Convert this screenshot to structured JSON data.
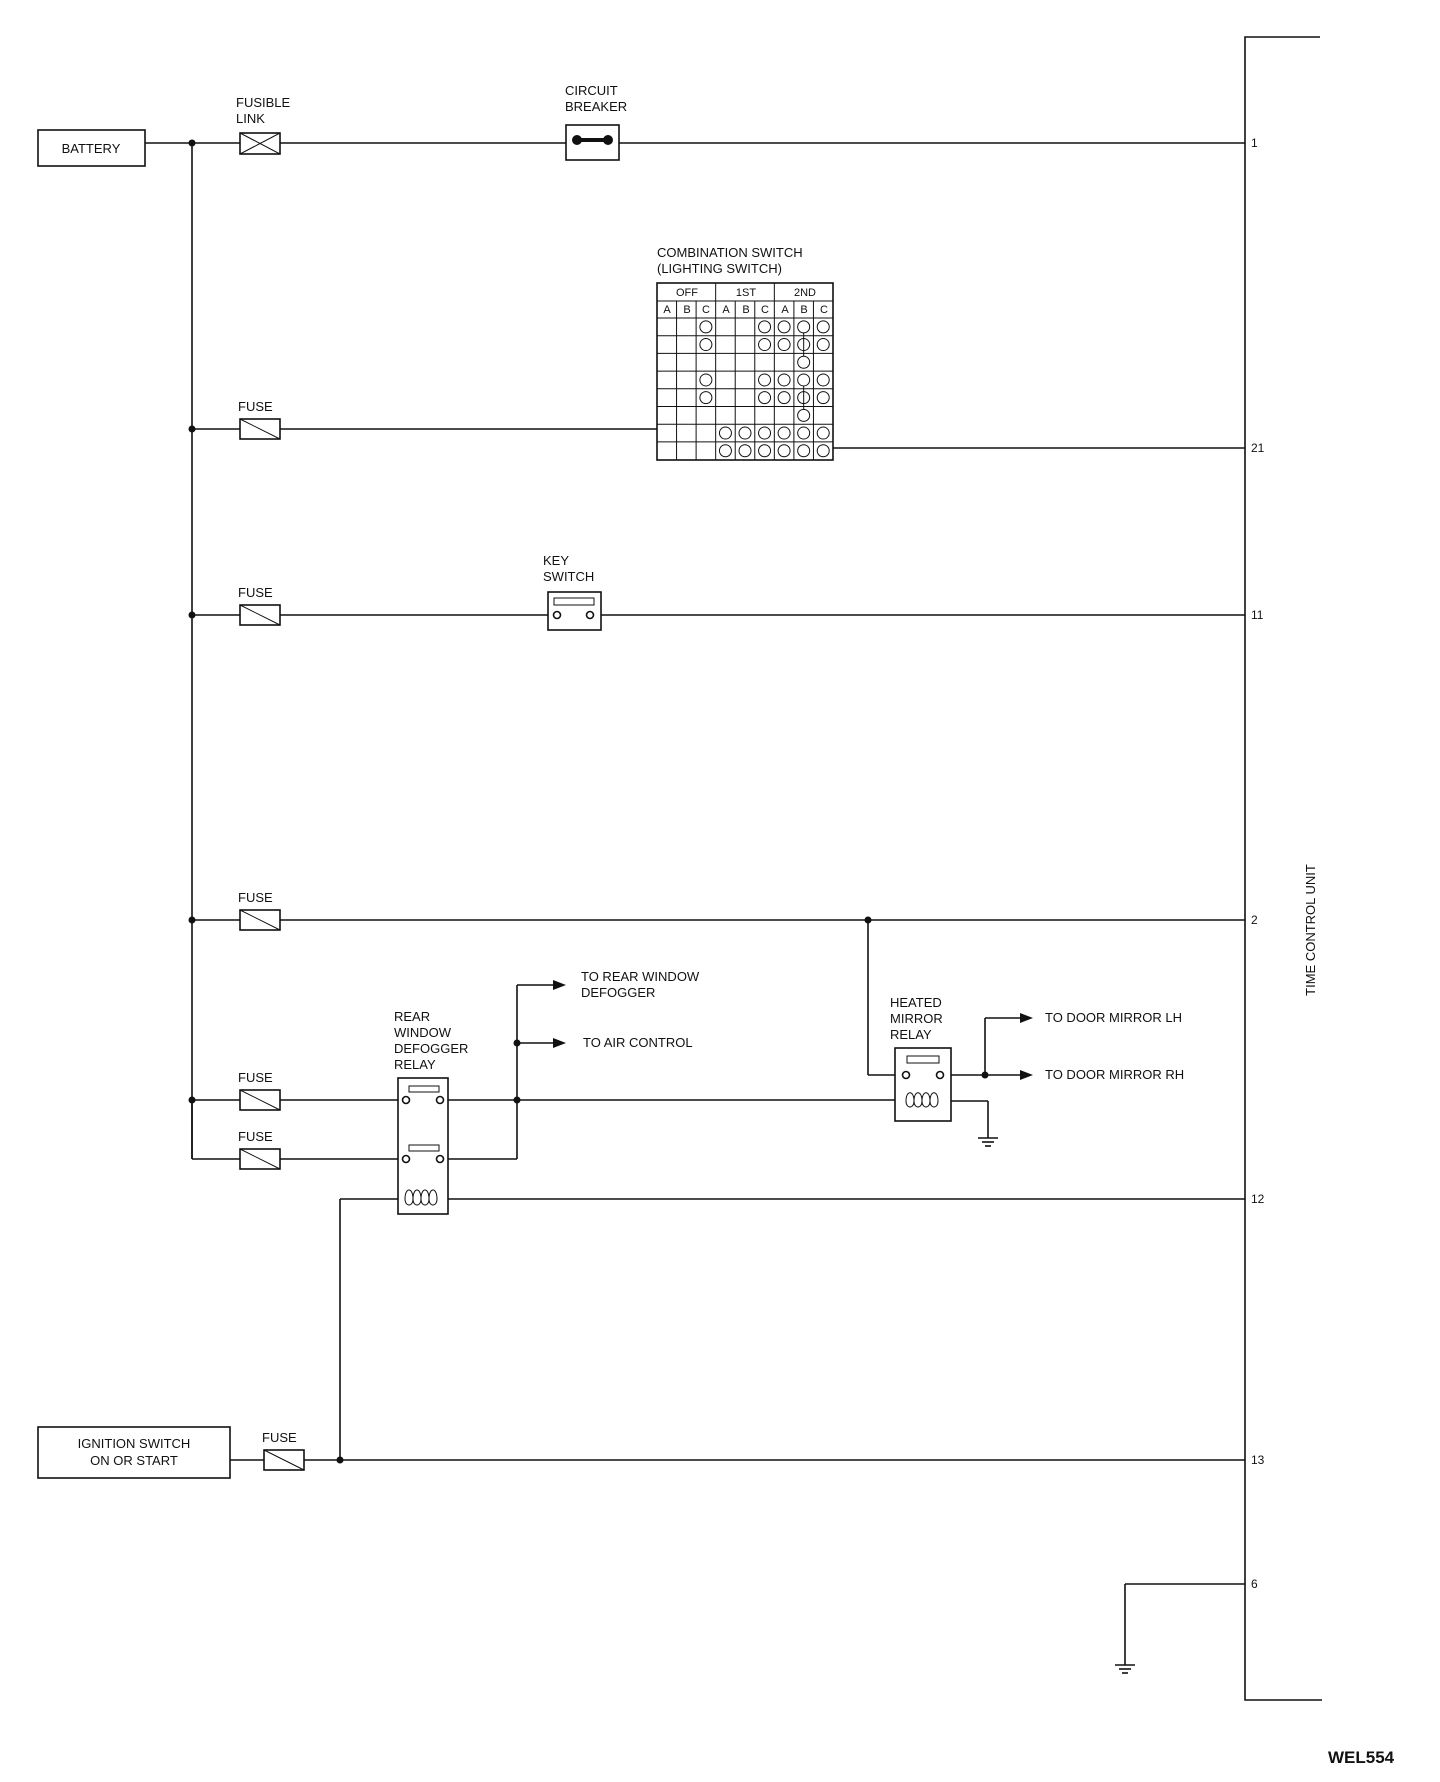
{
  "battery": "BATTERY",
  "ignition": {
    "line1": "IGNITION SWITCH",
    "line2": "ON OR START"
  },
  "fusible_link": {
    "line1": "FUSIBLE",
    "line2": "LINK"
  },
  "circuit_breaker": {
    "line1": "CIRCUIT",
    "line2": "BREAKER"
  },
  "fuse_label": "FUSE",
  "combination_switch": {
    "title1": "COMBINATION SWITCH",
    "title2": "(LIGHTING SWITCH)",
    "groups": [
      "OFF",
      "1ST",
      "2ND"
    ],
    "cols": [
      "A",
      "B",
      "C",
      "A",
      "B",
      "C",
      "A",
      "B",
      "C"
    ]
  },
  "key_switch": {
    "line1": "KEY",
    "line2": "SWITCH"
  },
  "rear_relay": {
    "line1": "REAR",
    "line2": "WINDOW",
    "line3": "DEFOGGER",
    "line4": "RELAY"
  },
  "heated_relay": {
    "line1": "HEATED",
    "line2": "MIRROR",
    "line3": "RELAY"
  },
  "arrows": {
    "rear_defogger1": "TO REAR WINDOW",
    "rear_defogger2": "DEFOGGER",
    "air_control": "TO AIR CONTROL",
    "mirror_lh": "TO DOOR MIRROR LH",
    "mirror_rh": "TO DOOR MIRROR RH"
  },
  "unit_label": "TIME CONTROL UNIT",
  "pins": {
    "p1": "1",
    "p21": "21",
    "p11": "11",
    "p2": "2",
    "p12": "12",
    "p13": "13",
    "p6": "6"
  },
  "figure_code": "WEL554"
}
